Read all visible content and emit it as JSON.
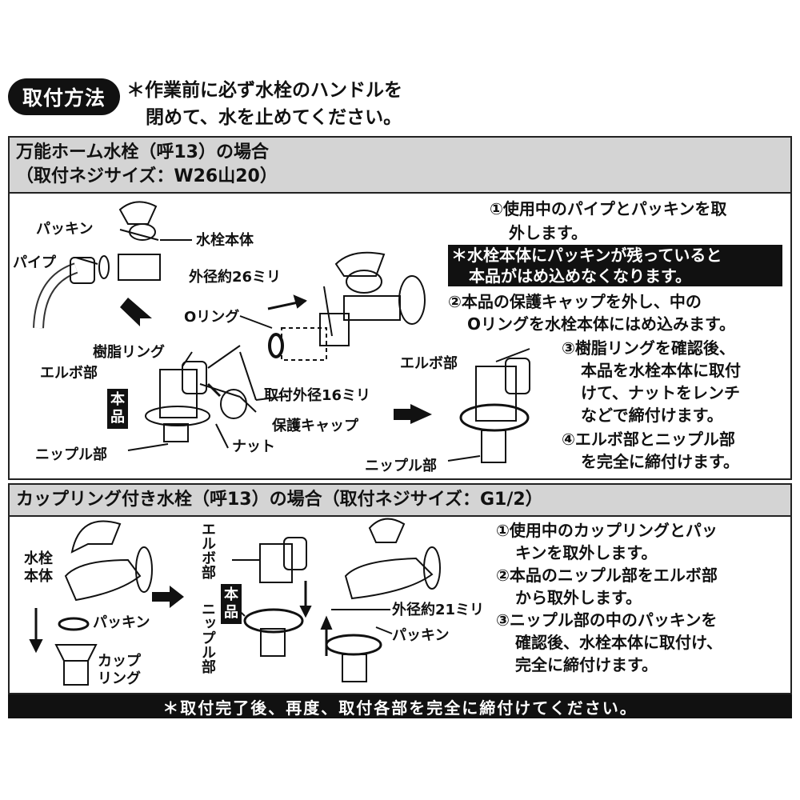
{
  "header": {
    "pill": "取付方法",
    "note_line1": "＊作業前に必ず水栓のハンドルを",
    "note_line2": "閉めて、水を止めてください。"
  },
  "section1": {
    "head_line1": "万能ホーム水栓（呼13）の場合",
    "head_line2": "（取付ネジサイズ：W26山20）",
    "labels": {
      "packing": "パッキン",
      "pipe": "パイプ",
      "faucet_body": "水栓本体",
      "outer_26": "外径約26ミリ",
      "o_ring": "Oリング",
      "resin_ring": "樹脂リング",
      "elbow": "エルボ部",
      "product": "本品",
      "mount_16": "取付外径16ミリ",
      "cap": "保護キャップ",
      "nut": "ナット",
      "nipple": "ニップル部",
      "elbow_right": "エルボ部",
      "nipple_right": "ニップル部"
    },
    "steps": {
      "s1_a": "①使用中のパイプとパッキンを取",
      "s1_b": "外します。",
      "warn_a": "＊水栓本体にパッキンが残っていると",
      "warn_b": "本品がはめ込めなくなります。",
      "s2_a": "②本品の保護キャップを外し、中の",
      "s2_b": "Oリングを水栓本体にはめ込みます。",
      "s3_a": "③樹脂リングを確認後、",
      "s3_b": "本品を水栓本体に取付",
      "s3_c": "けて、ナットをレンチ",
      "s3_d": "などで締付けます。",
      "s4_a": "④エルボ部とニップル部",
      "s4_b": "を完全に締付けます。"
    }
  },
  "section2": {
    "head": "カップリング付き水栓（呼13）の場合（取付ネジサイズ：G1/2）",
    "labels": {
      "faucet_body_a": "水栓",
      "faucet_body_b": "本体",
      "packing": "パッキン",
      "coupling_a": "カップ",
      "coupling_b": "リング",
      "elbow": "エルボ部",
      "product": "本品",
      "nipple": "ニップル部",
      "outer_21": "外径約21ミリ",
      "packing_right": "パッキン"
    },
    "steps": {
      "s1_a": "①使用中のカップリングとパッ",
      "s1_b": "キンを取外します。",
      "s2_a": "②本品のニップル部をエルボ部",
      "s2_b": "から取外します。",
      "s3_a": "③ニップル部の中のパッキンを",
      "s3_b": "確認後、水栓本体に取付け、",
      "s3_c": "完全に締付けます。"
    }
  },
  "footer": "＊取付完了後、再度、取付各部を完全に締付けてください。"
}
